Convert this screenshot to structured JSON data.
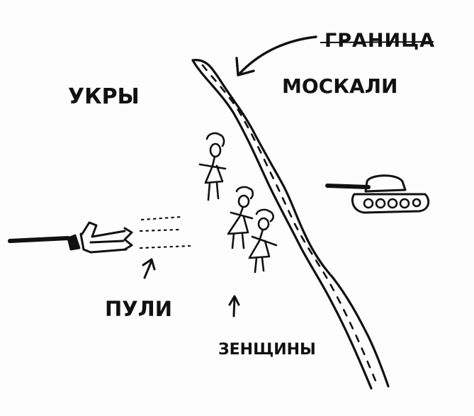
{
  "labels": {
    "border": "ГРАНИЦА",
    "left_side": "УКРЫ",
    "right_side": "МОСКАЛИ",
    "bullets": "ПУЛИ",
    "women": "ЗЕНЩИНЫ"
  },
  "icons": {
    "gun": "gun-icon",
    "tank": "tank-icon",
    "woman": "woman-figure-icon",
    "arrow": "arrow-icon"
  },
  "colors": {
    "ink": "#111111",
    "paper": "#fdfdfd"
  }
}
